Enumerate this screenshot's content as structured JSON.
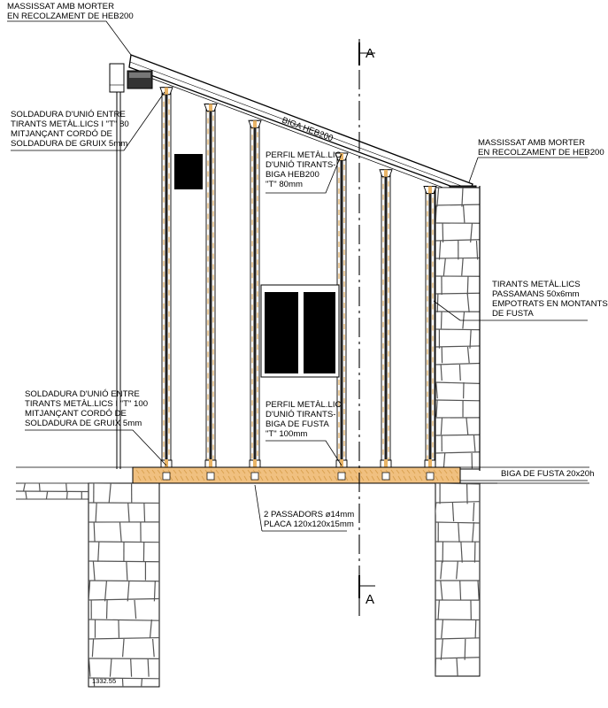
{
  "annotations": {
    "top_left_mortar": [
      "MASSISSAT AMB MORTER",
      "EN RECOLZAMENT DE HEB200"
    ],
    "weld_t80": [
      "SOLDADURA D'UNIÓ ENTRE",
      "TIRANTS METÀL.LICS I \"T\" 80",
      "MITJANÇANT CORDÓ DE",
      "SOLDADURA DE GRUIX 5mm"
    ],
    "profile_heb200": [
      "PERFIL METÀL.LIC",
      "D'UNIÓ TIRANTS-",
      "BIGA HEB200",
      "\"T\" 80mm"
    ],
    "right_mortar": [
      "MASSISSAT AMB MORTER",
      "EN RECOLZAMENT DE HEB200"
    ],
    "tie_rods": [
      "TIRANTS METÀL.LICS",
      "PASSAMANS 50x6mm",
      "EMPOTRATS EN MONTANTS",
      "DE FUSTA"
    ],
    "weld_t100": [
      "SOLDADURA D'UNIÓ ENTRE",
      "TIRANTS METÀL.LICS I \"T\" 100",
      "MITJANÇANT CORDÓ DE",
      "SOLDADURA DE GRUIX 5mm"
    ],
    "profile_timber": [
      "PERFIL METÀL.LIC",
      "D'UNIÓ TIRANTS-",
      "BIGA DE FUSTA",
      "\"T\" 100mm"
    ],
    "timber_beam": [
      "BIGA DE FUSTA 20x20h"
    ],
    "pins": [
      "2 PASSADORS ø14mm",
      "PLACA 120x120x15mm"
    ]
  },
  "beam_label": "BIGA HEB200",
  "section_marks": {
    "top": "A",
    "bottom": "A"
  },
  "drawing_ref": "1332.55",
  "colors": {
    "line": "#000000",
    "timber": "#f0c080",
    "timber_grain": "#d9a150",
    "stone_joint": "#555555",
    "opening": "#000000"
  }
}
